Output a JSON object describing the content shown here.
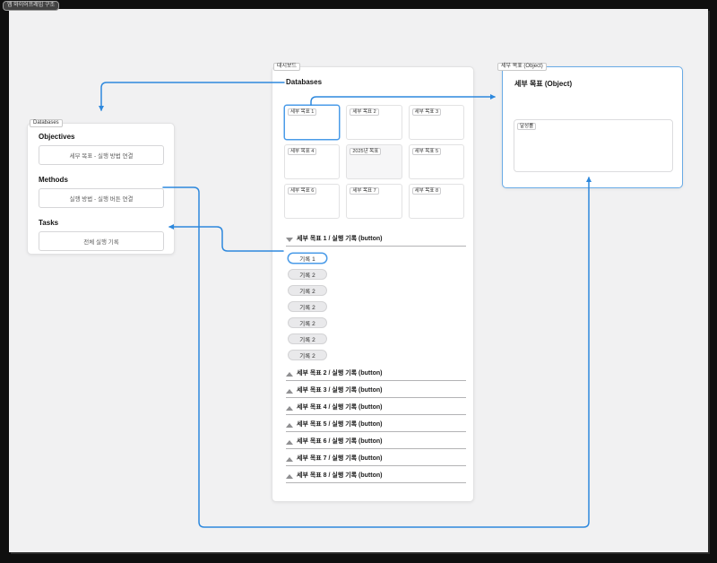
{
  "frame": {
    "label": "앱 와이어프레임 구조"
  },
  "colors": {
    "accent": "#2d88dd",
    "selected_border": "#4a9be8",
    "canvas": "#f1f1f2"
  },
  "icons": {
    "expanded_marker": "triangle-down",
    "collapsed_marker": "triangle-up",
    "connector_ends": "arrowhead"
  },
  "left_panel": {
    "tab": "Databases",
    "sections": [
      {
        "heading": "Objectives",
        "field": "세부 목표 - 실행 방법 연결"
      },
      {
        "heading": "Methods",
        "field": "실행 방법 - 실행 버튼 연결"
      },
      {
        "heading": "Tasks",
        "field": "전체 실행 기록"
      }
    ]
  },
  "center_panel": {
    "tab": "대시보드",
    "heading": "Databases",
    "cards": [
      {
        "label": "세부 목표 1",
        "variant": "selected"
      },
      {
        "label": "세부 목표 2"
      },
      {
        "label": "세부 목표 3"
      },
      {
        "label": "세부 목표 4"
      },
      {
        "label": "2025년 목표",
        "variant": "center"
      },
      {
        "label": "세부 목표 5"
      },
      {
        "label": "세부 목표 6"
      },
      {
        "label": "세부 목표 7"
      },
      {
        "label": "세부 목표 8"
      }
    ],
    "expanded_section": {
      "title": "세부 목표 1 / 실행 기록 (button)",
      "records": [
        {
          "label": "기록 1",
          "variant": "selected"
        },
        {
          "label": "기록 2"
        },
        {
          "label": "기록 2"
        },
        {
          "label": "기록 2"
        },
        {
          "label": "기록 2"
        },
        {
          "label": "기록 2"
        },
        {
          "label": "기록 2"
        }
      ]
    },
    "collapsed_sections": [
      {
        "title": "세부 목표 2 / 실행 기록 (button)"
      },
      {
        "title": "세부 목표 3 / 실행 기록 (button)"
      },
      {
        "title": "세부 목표 4 / 실행 기록 (button)"
      },
      {
        "title": "세부 목표 5 / 실행 기록 (button)"
      },
      {
        "title": "세부 목표 6 / 실행 기록 (button)"
      },
      {
        "title": "세부 목표 7 / 실행 기록 (button)"
      },
      {
        "title": "세부 목표 8 / 실행 기록 (button)"
      }
    ]
  },
  "right_panel": {
    "tab": "세부 목표 (Object)",
    "heading": "세부 목표 (Object)",
    "field_label": "달성률"
  }
}
